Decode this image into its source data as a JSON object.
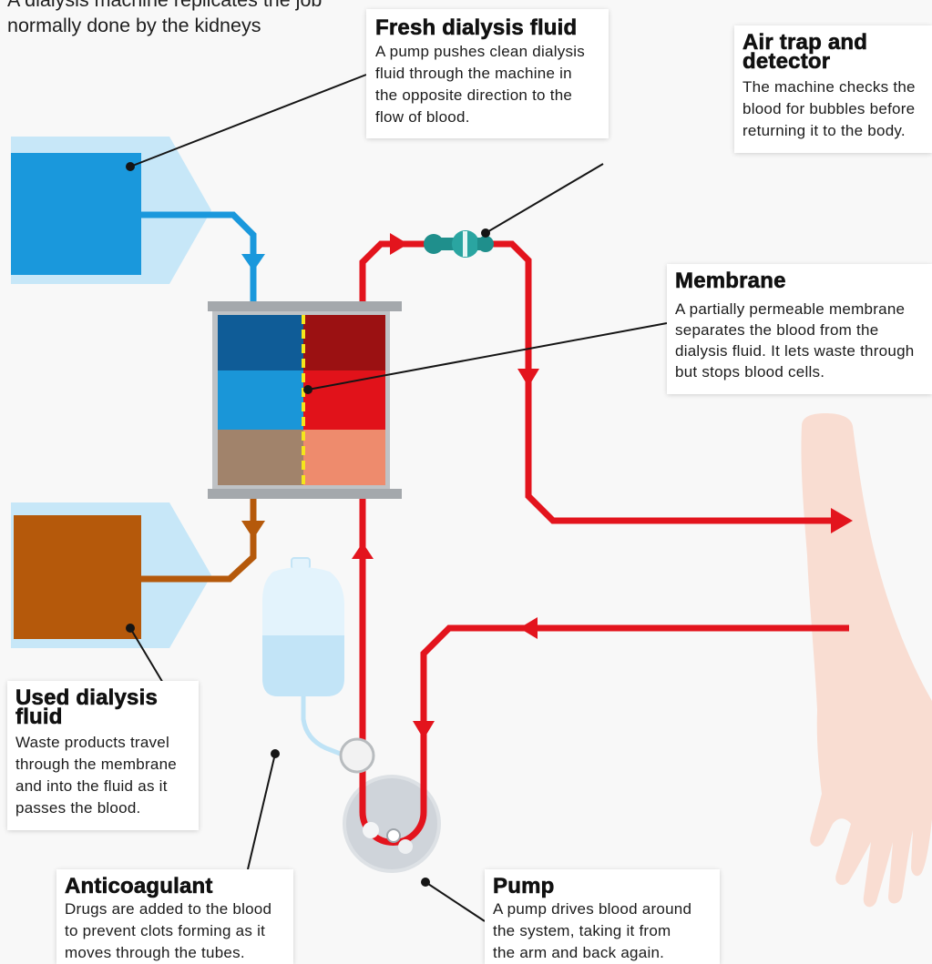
{
  "intro": {
    "lines": [
      "A dialysis machine replicates the job",
      "normally done by the kidneys"
    ]
  },
  "callouts": {
    "fresh_fluid": {
      "title": [
        "Fresh dialysis fluid"
      ],
      "body": [
        "A pump pushes clean dialysis",
        "fluid through the machine in",
        "the opposite direction to the",
        "flow of blood."
      ]
    },
    "air_trap": {
      "title": [
        "Air trap and",
        "detector"
      ],
      "body": [
        "The machine checks the",
        "blood for bubbles before",
        "returning it to the body."
      ]
    },
    "membrane": {
      "title": [
        "Membrane"
      ],
      "body": [
        "A partially permeable membrane",
        "separates the blood from the",
        "dialysis fluid. It lets waste through",
        "but stops blood cells."
      ]
    },
    "used_fluid": {
      "title": [
        "Used dialysis",
        "fluid"
      ],
      "body": [
        "Waste products travel",
        "through the membrane",
        "and into the fluid as it",
        "passes the blood."
      ]
    },
    "anticoagulant": {
      "title": [
        "Anticoagulant"
      ],
      "body": [
        "Drugs are added to the blood",
        "to prevent clots forming as it",
        "moves through the tubes."
      ]
    },
    "pump": {
      "title": [
        "Pump"
      ],
      "body": [
        "A pump drives blood around",
        "the system, taking it from",
        "the arm and back again."
      ]
    }
  },
  "colors": {
    "fresh_fluid": "#1a98dc",
    "used_fluid": "#b5590b",
    "blood": "#e3141d",
    "membrane": "#f5e51c",
    "air_trap": "#1f8f8c",
    "arm": "#f9ddd2"
  }
}
